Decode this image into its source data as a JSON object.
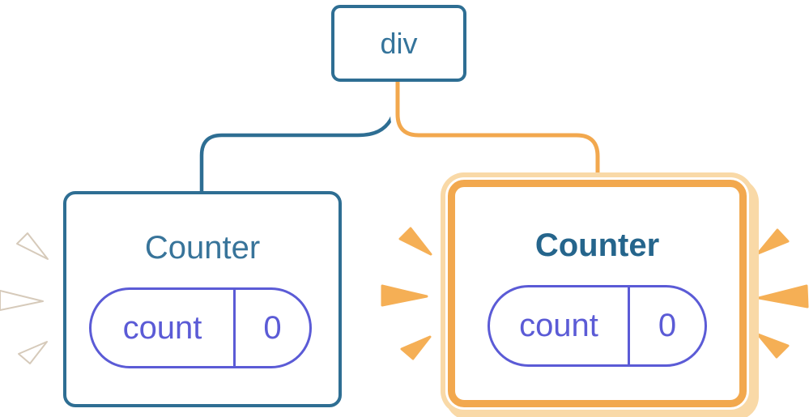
{
  "diagram": {
    "root": {
      "label": "div"
    },
    "children": [
      {
        "title": "Counter",
        "highlighted": false,
        "state": {
          "key": "count",
          "value": "0"
        }
      },
      {
        "title": "Counter",
        "highlighted": true,
        "state": {
          "key": "count",
          "value": "0"
        }
      }
    ]
  },
  "colors": {
    "tree_blue": "#2E6E93",
    "state_indigo": "#5B5BD6",
    "highlight_orange": "#F2A84E",
    "highlight_orange_light": "#F9D9A7",
    "spark_orange": "#F5AF55",
    "card_background": "#FFFFFF"
  }
}
